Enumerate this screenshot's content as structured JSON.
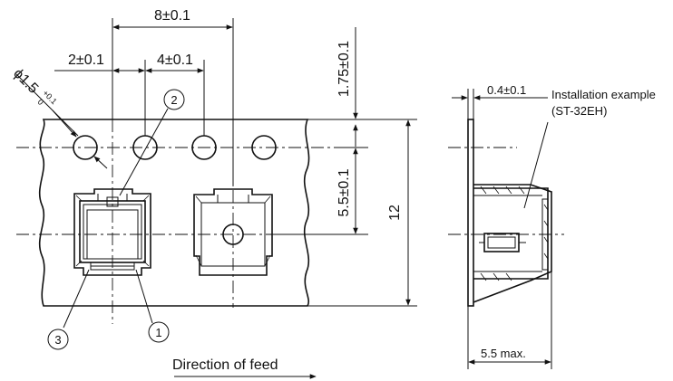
{
  "dimensions": {
    "pitch": "8±0.1",
    "sprocket_to_pocket": "2±0.1",
    "sprocket_pitch": "4±0.1",
    "hole_diameter": "ϕ1.5",
    "hole_diameter_tol_upper": "+0.1",
    "hole_diameter_tol_lower": "0",
    "edge_to_hole": "1.75±0.1",
    "hole_to_pocket_center": "5.5±0.1",
    "tape_width": "12",
    "tape_thickness": "0.4±0.1",
    "max_height": "5.5 max."
  },
  "callouts": {
    "one": "1",
    "two": "2",
    "three": "3"
  },
  "installation": {
    "line1": "Installation example",
    "line2": "(ST-32EH)"
  },
  "feed": {
    "label": "Direction of feed"
  }
}
